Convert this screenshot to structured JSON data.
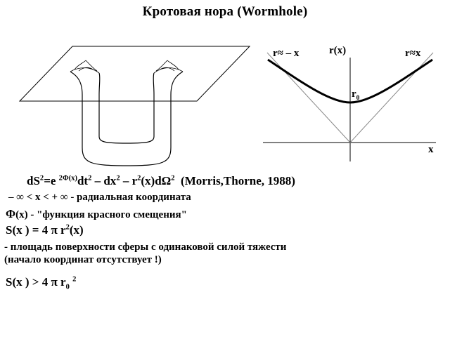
{
  "title": "Кротовая нора (Wormhole)",
  "graph": {
    "r_axis_label": "r(x)",
    "x_axis_label": "x",
    "asym_left": "r≈ – x",
    "asym_right": "r≈x",
    "min_label_main": "r",
    "min_label_sub": "0"
  },
  "text": {
    "metric": {
      "p1": "dS",
      "s1": "2",
      "p2": "=e ",
      "s2": "2Φ(x)",
      "p3": "dt",
      "s3": "2",
      "p4": " – dx",
      "s4": "2",
      "p5": " – r",
      "s5": "2",
      "p6": "(x)dΩ",
      "s6": "2",
      "cite": "(Morris,Thorne, 1988)"
    },
    "radial": {
      "inf1": "– ∞",
      "range": " < x < + ",
      "inf2": "∞",
      "desc": " - радиальная координата"
    },
    "phi": {
      "sym": "Φ",
      "rest": "(x) - \"функция красного смещения\""
    },
    "area": {
      "p1": "S(x ) = 4 π r",
      "s1": "2",
      "p2": "(x)"
    },
    "desc1": "- площадь поверхности сферы с одинаковой силой тяжести",
    "desc2": "(начало координат отсутствует !)",
    "ineq": {
      "p1": "S(x ) > 4 π r",
      "sub": "0",
      "sup": "2"
    }
  }
}
